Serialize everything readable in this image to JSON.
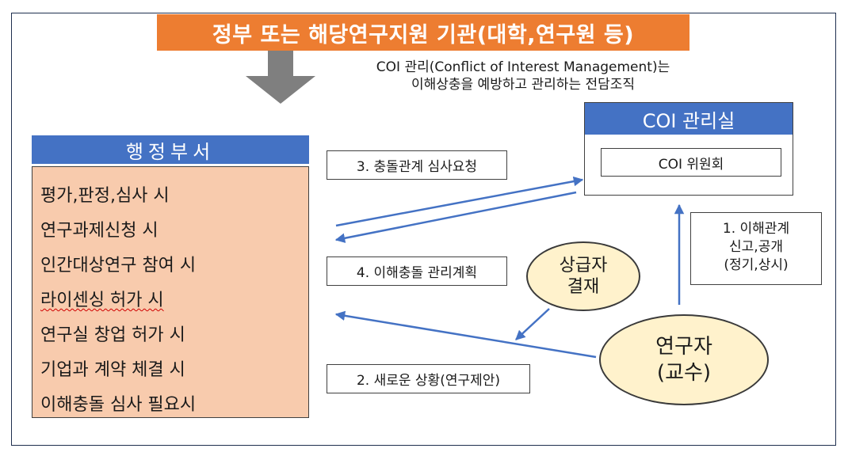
{
  "banner": {
    "title": "정부 또는 해당연구지원 기관(대학,연구원 등)"
  },
  "coi_description": {
    "line1": "COI 관리(Conflict of Interest Management)는",
    "line2": "이해상충을 예방하고 관리하는 전담조직"
  },
  "admin": {
    "header": "행정부서",
    "items": [
      "평가,판정,심사 시",
      "연구과제신청 시",
      "인간대상연구 참여 시",
      "라이센싱 허가 시",
      "연구실 창업 허가 시",
      "기업과 계약 체결 시",
      "이해충돌 심사 필요시"
    ]
  },
  "coi_office": {
    "title": "COI 관리실",
    "committee": "COI 위원회"
  },
  "flow_labels": {
    "step3": "3. 충돌관계 심사요청",
    "step4": "4. 이해충돌 관리계획",
    "step2": "2. 새로운 상황(연구제안)",
    "step1_line1": "1. 이해관계",
    "step1_line2": "신고,공개",
    "step1_line3": "(정기,상시)"
  },
  "supervisor": {
    "line1": "상급자",
    "line2": "결재"
  },
  "researcher": {
    "line1": "연구자",
    "line2": "(교수)"
  },
  "colors": {
    "banner": "#ed7d31",
    "header_blue": "#4472c4",
    "admin_fill": "#f8cbad",
    "ellipse_fill": "#fff2cc",
    "arrow_blue": "#4472c4",
    "down_arrow": "#7f7f7f"
  }
}
